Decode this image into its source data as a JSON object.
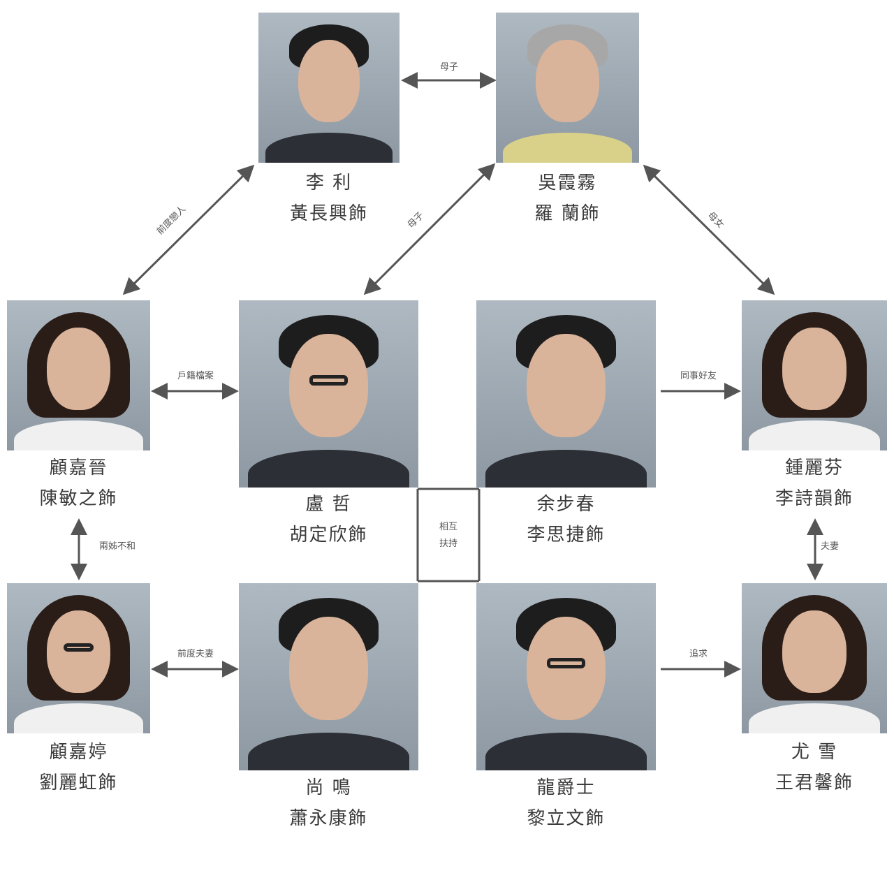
{
  "people": [
    {
      "id": "p1",
      "role": "李 利",
      "actor": "黃長興飾",
      "style": "short"
    },
    {
      "id": "p2",
      "role": "吳霞霧",
      "actor": "羅 蘭飾",
      "style": "grey"
    },
    {
      "id": "p3",
      "role": "顧嘉晉",
      "actor": "陳敏之飾",
      "style": "long"
    },
    {
      "id": "p4",
      "role": "盧 哲",
      "actor": "胡定欣飾",
      "style": "glasses"
    },
    {
      "id": "p5",
      "role": "余步春",
      "actor": "李思捷飾",
      "style": "short"
    },
    {
      "id": "p6",
      "role": "鍾麗芬",
      "actor": "李詩韻飾",
      "style": "long"
    },
    {
      "id": "p7",
      "role": "顧嘉婷",
      "actor": "劉麗虹飾",
      "style": "long-glasses"
    },
    {
      "id": "p8",
      "role": "尚 鳴",
      "actor": "蕭永康飾",
      "style": "short"
    },
    {
      "id": "p9",
      "role": "龍爵士",
      "actor": "黎立文飾",
      "style": "glasses"
    },
    {
      "id": "p10",
      "role": "尤 雪",
      "actor": "王君馨飾",
      "style": "long"
    }
  ],
  "relations": [
    {
      "label": "母子"
    },
    {
      "label": "前度戀人"
    },
    {
      "label": "母子"
    },
    {
      "label": "母女"
    },
    {
      "label": "戶籍檔案"
    },
    {
      "label": "同事好友"
    },
    {
      "label": "兩姊不和"
    },
    {
      "label": "相互扶持"
    },
    {
      "label": "前度夫妻"
    },
    {
      "label": "追求"
    },
    {
      "label": "夫妻"
    }
  ],
  "colors": {
    "line": "#555555",
    "text": "#3a3a3a"
  }
}
